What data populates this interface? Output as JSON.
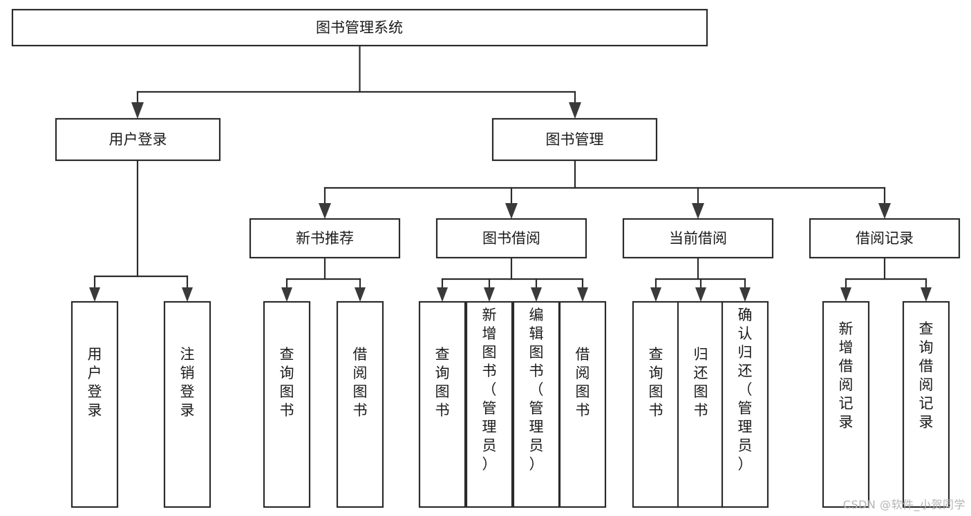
{
  "diagram": {
    "type": "tree-hierarchy",
    "title": "图书管理系统",
    "root": {
      "id": "root",
      "label": "图书管理系统",
      "orientation": "horizontal"
    },
    "level1": [
      {
        "id": "user-login",
        "label": "用户登录",
        "orientation": "horizontal"
      },
      {
        "id": "book-manage",
        "label": "图书管理",
        "orientation": "horizontal"
      }
    ],
    "level2": [
      {
        "id": "new-book-recommend",
        "label": "新书推荐",
        "orientation": "horizontal",
        "parent": "book-manage"
      },
      {
        "id": "book-borrow",
        "label": "图书借阅",
        "orientation": "horizontal",
        "parent": "book-manage"
      },
      {
        "id": "current-borrow",
        "label": "当前借阅",
        "orientation": "horizontal",
        "parent": "book-manage"
      },
      {
        "id": "borrow-record",
        "label": "借阅记录",
        "orientation": "horizontal",
        "parent": "book-manage"
      }
    ],
    "leaves": [
      {
        "id": "leaf-user-login",
        "label": "用户登录",
        "parent": "user-login",
        "orientation": "vertical"
      },
      {
        "id": "leaf-user-logout",
        "label": "注销登录",
        "parent": "user-login",
        "orientation": "vertical"
      },
      {
        "id": "leaf-query-book-1",
        "label": "查询图书",
        "parent": "new-book-recommend",
        "orientation": "vertical"
      },
      {
        "id": "leaf-borrow-book-1",
        "label": "借阅图书",
        "parent": "new-book-recommend",
        "orientation": "vertical"
      },
      {
        "id": "leaf-query-book-2",
        "label": "查询图书",
        "parent": "book-borrow",
        "orientation": "vertical"
      },
      {
        "id": "leaf-add-book",
        "label": "新增图书（管理员）",
        "parent": "book-borrow",
        "orientation": "vertical"
      },
      {
        "id": "leaf-edit-book",
        "label": "编辑图书（管理员）",
        "parent": "book-borrow",
        "orientation": "vertical"
      },
      {
        "id": "leaf-borrow-book-2",
        "label": "借阅图书",
        "parent": "book-borrow",
        "orientation": "vertical"
      },
      {
        "id": "leaf-query-book-3",
        "label": "查询图书",
        "parent": "current-borrow",
        "orientation": "vertical"
      },
      {
        "id": "leaf-return-book",
        "label": "归还图书",
        "parent": "current-borrow",
        "orientation": "vertical"
      },
      {
        "id": "leaf-confirm-return",
        "label": "确认归还（管理员）",
        "parent": "current-borrow",
        "orientation": "vertical"
      },
      {
        "id": "leaf-add-record",
        "label": "新增借阅记录",
        "parent": "borrow-record",
        "orientation": "vertical"
      },
      {
        "id": "leaf-query-record",
        "label": "查询借阅记录",
        "parent": "borrow-record",
        "orientation": "vertical"
      }
    ]
  },
  "watermark": {
    "text": "CSDN @软件_小贺同学"
  },
  "colors": {
    "box_stroke": "#2b2b2b",
    "box_fill": "#ffffff",
    "text": "#1a1a1a",
    "background": "#ffffff",
    "watermark": "#b4b4b4"
  }
}
